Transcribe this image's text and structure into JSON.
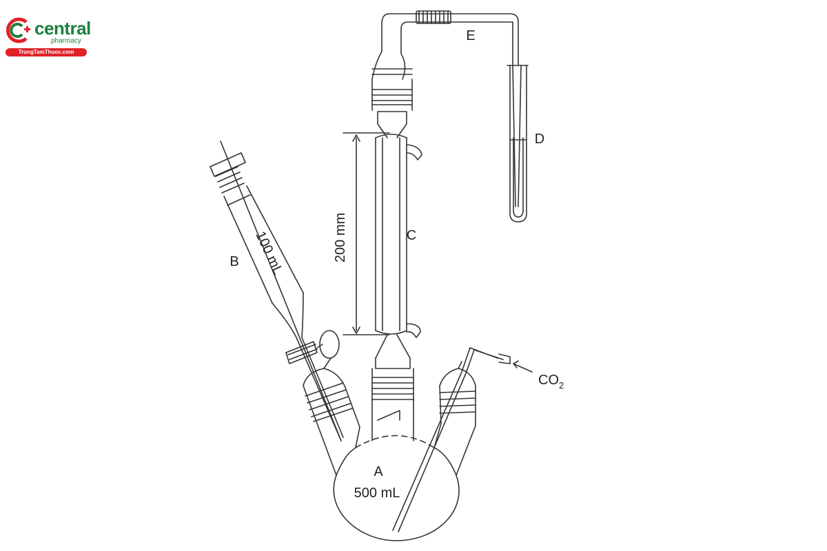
{
  "logo": {
    "brand": "central",
    "sub": "pharmacy",
    "url": "TrungTamThuoc.com",
    "colors": {
      "green": "#1a7f3c",
      "red": "#e12128"
    }
  },
  "labels": {
    "flask": "A",
    "flask_volume": "500 mL",
    "funnel": "B",
    "funnel_volume": "100 mL",
    "condenser": "C",
    "condenser_length": "200 mm",
    "test_tube": "D",
    "tube": "E",
    "gas": "CO",
    "gas_sub": "2"
  }
}
